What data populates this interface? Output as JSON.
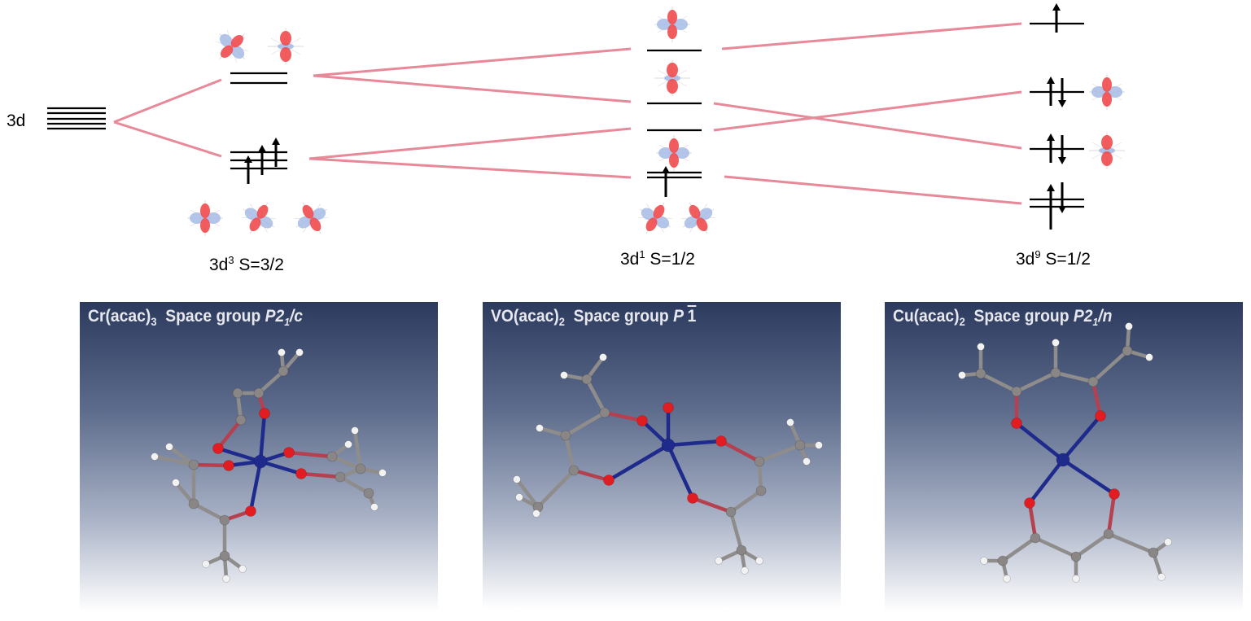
{
  "diagram": {
    "free_ion_label": "3d",
    "configs": [
      {
        "label_main": "3d",
        "label_sup": "3",
        "label_rest": " S=3/2"
      },
      {
        "label_main": "3d",
        "label_sup": "1",
        "label_rest": " S=1/2"
      },
      {
        "label_main": "3d",
        "label_sup": "9",
        "label_rest": " S=1/2"
      }
    ]
  },
  "panels": [
    {
      "compound": "Cr(acac)",
      "sub": "3",
      "sg_prefix": "Space group ",
      "sg": "P2",
      "sg_sub": "1",
      "sg_suffix": "/c"
    },
    {
      "compound": "VO(acac)",
      "sub": "2",
      "sg_prefix": "Space group ",
      "sg": "P ",
      "sg_bar": "1"
    },
    {
      "compound": "Cu(acac)",
      "sub": "2",
      "sg_prefix": "Space group ",
      "sg": "P2",
      "sg_sub": "1",
      "sg_suffix": "/n"
    }
  ],
  "colors": {
    "correlation_line": "#e8899a",
    "lobe_pos": "#f04a4d",
    "lobe_neg": "#a7bbe6",
    "carbon": "#8a8686",
    "oxygen": "#e21d22",
    "metal": "#1e2a8c",
    "hydrogen": "#f2f2f2"
  }
}
